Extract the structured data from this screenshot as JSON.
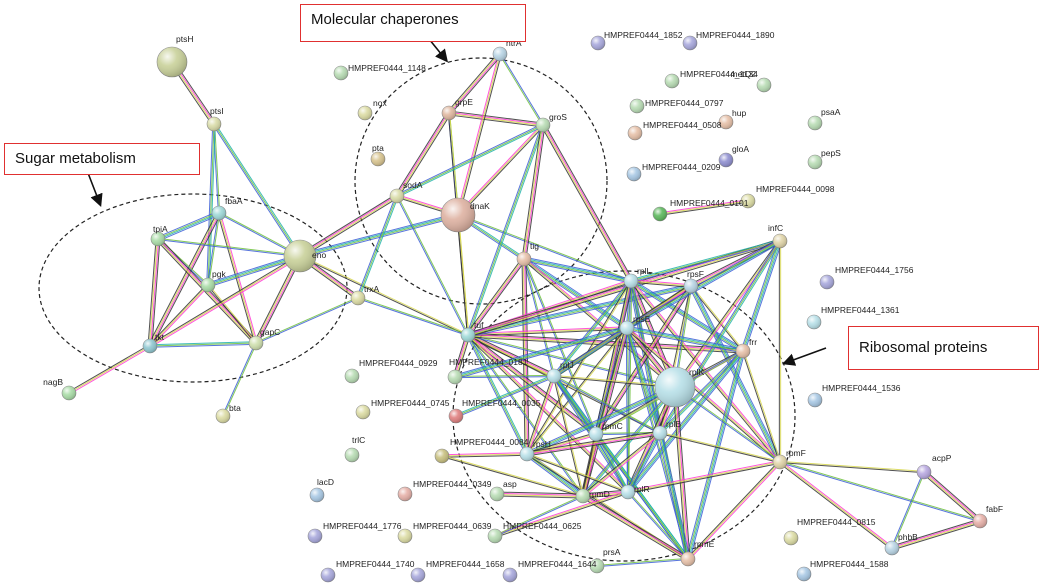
{
  "callouts": {
    "chaperones": "Molecular chaperones",
    "sugar": "Sugar metabolism",
    "ribosomal": "Ribosomal proteins"
  },
  "nodes": [
    {
      "id": "ptsH",
      "label": "ptsH",
      "color": "#c9d19a",
      "big": true
    },
    {
      "id": "ptsI",
      "label": "ptsI",
      "color": "#d9dca8"
    },
    {
      "id": "fbaA",
      "label": "fbaA",
      "color": "#9fd9d8"
    },
    {
      "id": "tpiA",
      "label": "tpiA",
      "color": "#a9dca7"
    },
    {
      "id": "pgk",
      "label": "pgk",
      "color": "#a9dca7"
    },
    {
      "id": "eno",
      "label": "eno",
      "color": "#c9d19a",
      "big": true
    },
    {
      "id": "tkt",
      "label": "tkt",
      "color": "#8fc7d0"
    },
    {
      "id": "gapC",
      "label": "gapC",
      "color": "#cfe0ae"
    },
    {
      "id": "nagB",
      "label": "nagB",
      "color": "#a9dca7"
    },
    {
      "id": "bta",
      "label": "bta",
      "color": "#dcdca4"
    },
    {
      "id": "trxA",
      "label": "trxA",
      "color": "#dcdca4"
    },
    {
      "id": "nox",
      "label": "nox",
      "color": "#dcdca4"
    },
    {
      "id": "pta",
      "label": "pta",
      "color": "#d8c48f"
    },
    {
      "id": "grpE",
      "label": "grpE",
      "color": "#e0b8a0"
    },
    {
      "id": "sodA",
      "label": "sodA",
      "color": "#d9dca8"
    },
    {
      "id": "dnaK",
      "label": "dnaK",
      "color": "#deb2a2",
      "big": true
    },
    {
      "id": "groS",
      "label": "groS",
      "color": "#b8dcb4"
    },
    {
      "id": "ntrA",
      "label": "ntrA",
      "color": "#b8d4e4"
    },
    {
      "id": "tig",
      "label": "tig",
      "color": "#e6c0a8"
    },
    {
      "id": "tuf",
      "label": "tuf",
      "color": "#9fd9d8"
    },
    {
      "id": "rplL",
      "label": "rplL",
      "color": "#b8e0e8"
    },
    {
      "id": "rpsF",
      "label": "rpsF",
      "color": "#b8d4e4"
    },
    {
      "id": "infC",
      "label": "infC",
      "color": "#e0d4a8"
    },
    {
      "id": "rpsE",
      "label": "rpsE",
      "color": "#b8e0e8"
    },
    {
      "id": "frr",
      "label": "frr",
      "color": "#e6c0a8"
    },
    {
      "id": "rplJ",
      "label": "rplJ",
      "color": "#b8e0e8"
    },
    {
      "id": "rplK",
      "label": "rplK",
      "color": "#b8e0e8",
      "big": true
    },
    {
      "id": "rpmC",
      "label": "rpmC",
      "color": "#b8e0e8"
    },
    {
      "id": "rplB",
      "label": "rplB",
      "color": "#b8e0e8"
    },
    {
      "id": "rpsH",
      "label": "rpsH",
      "color": "#b8e0e8"
    },
    {
      "id": "rpmD",
      "label": "rpmD",
      "color": "#b8dcb4"
    },
    {
      "id": "rplR",
      "label": "rplR",
      "color": "#b8e0e8"
    },
    {
      "id": "rpmF",
      "label": "rpmF",
      "color": "#e0d4a8"
    },
    {
      "id": "rpmE",
      "label": "rpmE",
      "color": "#e6c0a8"
    },
    {
      "id": "acpP",
      "label": "acpP",
      "color": "#b8a8e0"
    },
    {
      "id": "fabF",
      "label": "fabF",
      "color": "#e6b0a8"
    },
    {
      "id": "phbB",
      "label": "phbB",
      "color": "#b8d4e4"
    },
    {
      "id": "n1148",
      "label": "HMPREF0444_1148",
      "color": "#b8dcb4"
    },
    {
      "id": "n1852",
      "label": "HMPREF0444_1852",
      "color": "#a8a8dc"
    },
    {
      "id": "n1890",
      "label": "HMPREF0444_1890",
      "color": "#a8a8dc"
    },
    {
      "id": "n1134",
      "label": "HMPREF0444_1134",
      "color": "#b8dcb4"
    },
    {
      "id": "metQ2",
      "label": "metQ2",
      "color": "#b8dcb4"
    },
    {
      "id": "n0797",
      "label": "HMPREF0444_0797",
      "color": "#b8dcb4"
    },
    {
      "id": "hup",
      "label": "hup",
      "color": "#e6c0a8"
    },
    {
      "id": "psaA",
      "label": "psaA",
      "color": "#b8dcb4"
    },
    {
      "id": "n0508",
      "label": "HMPREF0444_0508",
      "color": "#e6c0a8"
    },
    {
      "id": "gloA",
      "label": "gloA",
      "color": "#8f8fd0"
    },
    {
      "id": "pepS",
      "label": "pepS",
      "color": "#b8dcb4"
    },
    {
      "id": "n0209",
      "label": "HMPREF0444_0209",
      "color": "#a8c8e4"
    },
    {
      "id": "n0098",
      "label": "HMPREF0444_0098",
      "color": "#dcdca4"
    },
    {
      "id": "n0101",
      "label": "HMPREF0444_0101",
      "color": "#5cb85c"
    },
    {
      "id": "n1756",
      "label": "HMPREF0444_1756",
      "color": "#a8a8dc"
    },
    {
      "id": "n1361",
      "label": "HMPREF0444_1361",
      "color": "#b8e0e8"
    },
    {
      "id": "n1536",
      "label": "HMPREF0444_1536",
      "color": "#a8c8e4"
    },
    {
      "id": "n0929",
      "label": "HMPREF0444_0929",
      "color": "#b8dcb4"
    },
    {
      "id": "n0181",
      "label": "HMPREF0444_0181",
      "color": "#b8dcb4"
    },
    {
      "id": "n0745",
      "label": "HMPREF0444_0745",
      "color": "#dcdca4"
    },
    {
      "id": "n0035",
      "label": "HMPREF0444_0035",
      "color": "#e08080"
    },
    {
      "id": "trlC",
      "label": "trlC",
      "color": "#b8dcb4"
    },
    {
      "id": "n0084",
      "label": "HMPREF0444_0084",
      "color": "#c8c080"
    },
    {
      "id": "lacD",
      "label": "lacD",
      "color": "#a8c8e4"
    },
    {
      "id": "n0349",
      "label": "HMPREF0444_0349",
      "color": "#e6b0a8"
    },
    {
      "id": "asp",
      "label": "asp",
      "color": "#b8dcb4"
    },
    {
      "id": "n1776",
      "label": "HMPREF0444_1776",
      "color": "#a8a8dc"
    },
    {
      "id": "n0639",
      "label": "HMPREF0444_0639",
      "color": "#dcdca4"
    },
    {
      "id": "n0625",
      "label": "HMPREF0444_0625",
      "color": "#b8dcb4"
    },
    {
      "id": "n0815",
      "label": "HMPREF0444_0815",
      "color": "#dcdca4"
    },
    {
      "id": "prsA",
      "label": "prsA",
      "color": "#b8dcb4"
    },
    {
      "id": "n1740",
      "label": "HMPREF0444_1740",
      "color": "#a8a8dc"
    },
    {
      "id": "n1658",
      "label": "HMPREF0444_1658",
      "color": "#a8a8dc"
    },
    {
      "id": "n1644",
      "label": "HMPREF0444_1644",
      "color": "#a8a8dc"
    },
    {
      "id": "n1588",
      "label": "HMPREF0444_1588",
      "color": "#a8c8e4"
    }
  ],
  "edges": [
    [
      "ptsH",
      "ptsI"
    ],
    [
      "ptsI",
      "fbaA"
    ],
    [
      "ptsI",
      "eno"
    ],
    [
      "ptsI",
      "pgk"
    ],
    [
      "fbaA",
      "tpiA"
    ],
    [
      "fbaA",
      "pgk"
    ],
    [
      "fbaA",
      "eno"
    ],
    [
      "fbaA",
      "tkt"
    ],
    [
      "fbaA",
      "gapC"
    ],
    [
      "tpiA",
      "pgk"
    ],
    [
      "tpiA",
      "tkt"
    ],
    [
      "tpiA",
      "gapC"
    ],
    [
      "tpiA",
      "eno"
    ],
    [
      "pgk",
      "eno"
    ],
    [
      "pgk",
      "tkt"
    ],
    [
      "pgk",
      "gapC"
    ],
    [
      "eno",
      "tkt"
    ],
    [
      "eno",
      "gapC"
    ],
    [
      "eno",
      "sodA"
    ],
    [
      "eno",
      "dnaK"
    ],
    [
      "eno",
      "trxA"
    ],
    [
      "eno",
      "tuf"
    ],
    [
      "tkt",
      "gapC"
    ],
    [
      "tkt",
      "nagB"
    ],
    [
      "gapC",
      "bta"
    ],
    [
      "gapC",
      "trxA"
    ],
    [
      "sodA",
      "dnaK"
    ],
    [
      "sodA",
      "grpE"
    ],
    [
      "sodA",
      "tuf"
    ],
    [
      "sodA",
      "trxA"
    ],
    [
      "grpE",
      "dnaK"
    ],
    [
      "grpE",
      "groS"
    ],
    [
      "grpE",
      "tuf"
    ],
    [
      "dnaK",
      "groS"
    ],
    [
      "dnaK",
      "ntrA"
    ],
    [
      "dnaK",
      "tig"
    ],
    [
      "dnaK",
      "tuf"
    ],
    [
      "dnaK",
      "rplL"
    ],
    [
      "groS",
      "ntrA"
    ],
    [
      "groS",
      "tuf"
    ],
    [
      "groS",
      "tig"
    ],
    [
      "groS",
      "rplL"
    ],
    [
      "groS",
      "sodA"
    ],
    [
      "ntrA",
      "grpE"
    ],
    [
      "trxA",
      "tuf"
    ],
    [
      "tig",
      "tuf"
    ],
    [
      "tig",
      "rplL"
    ],
    [
      "tig",
      "rpsE"
    ],
    [
      "tig",
      "rplK"
    ],
    [
      "tig",
      "rplJ"
    ],
    [
      "tig",
      "rpmC"
    ],
    [
      "tig",
      "rpsH"
    ],
    [
      "tuf",
      "rplL"
    ],
    [
      "tuf",
      "rpsE"
    ],
    [
      "tuf",
      "rplJ"
    ],
    [
      "tuf",
      "rplK"
    ],
    [
      "tuf",
      "rpmC"
    ],
    [
      "tuf",
      "rplB"
    ],
    [
      "tuf",
      "rpsH"
    ],
    [
      "tuf",
      "rpmD"
    ],
    [
      "tuf",
      "rplR"
    ],
    [
      "tuf",
      "frr"
    ],
    [
      "tuf",
      "rpsF"
    ],
    [
      "tuf",
      "infC"
    ],
    [
      "rplL",
      "rpsF"
    ],
    [
      "rplL",
      "infC"
    ],
    [
      "rplL",
      "rpsE"
    ],
    [
      "rplL",
      "frr"
    ],
    [
      "rplL",
      "rplJ"
    ],
    [
      "rplL",
      "rplK"
    ],
    [
      "rplL",
      "rpmC"
    ],
    [
      "rplL",
      "rplB"
    ],
    [
      "rplL",
      "rpsH"
    ],
    [
      "rplL",
      "rpmD"
    ],
    [
      "rplL",
      "rplR"
    ],
    [
      "rplL",
      "rpmF"
    ],
    [
      "rplL",
      "rpmE"
    ],
    [
      "rpsF",
      "infC"
    ],
    [
      "rpsF",
      "rpsE"
    ],
    [
      "rpsF",
      "frr"
    ],
    [
      "rpsF",
      "rplK"
    ],
    [
      "rpsF",
      "rplJ"
    ],
    [
      "rpsF",
      "rpmC"
    ],
    [
      "rpsF",
      "rplB"
    ],
    [
      "rpsF",
      "rpmF"
    ],
    [
      "infC",
      "frr"
    ],
    [
      "infC",
      "rplK"
    ],
    [
      "infC",
      "rpsE"
    ],
    [
      "infC",
      "rpmF"
    ],
    [
      "infC",
      "rplB"
    ],
    [
      "rpsE",
      "frr"
    ],
    [
      "rpsE",
      "rplJ"
    ],
    [
      "rpsE",
      "rplK"
    ],
    [
      "rpsE",
      "rpmC"
    ],
    [
      "rpsE",
      "rplB"
    ],
    [
      "rpsE",
      "rpsH"
    ],
    [
      "rpsE",
      "rpmD"
    ],
    [
      "rpsE",
      "rplR"
    ],
    [
      "rpsE",
      "rpmF"
    ],
    [
      "rpsE",
      "rpmE"
    ],
    [
      "frr",
      "rplK"
    ],
    [
      "frr",
      "rplB"
    ],
    [
      "frr",
      "rpmF"
    ],
    [
      "frr",
      "rpmC"
    ],
    [
      "frr",
      "rplR"
    ],
    [
      "frr",
      "rpmE"
    ],
    [
      "rplJ",
      "rplK"
    ],
    [
      "rplJ",
      "rpmC"
    ],
    [
      "rplJ",
      "rplB"
    ],
    [
      "rplJ",
      "rpsH"
    ],
    [
      "rplJ",
      "rpmD"
    ],
    [
      "rplJ",
      "rplR"
    ],
    [
      "rplJ",
      "rpmE"
    ],
    [
      "rplK",
      "rpmC"
    ],
    [
      "rplK",
      "rplB"
    ],
    [
      "rplK",
      "rpsH"
    ],
    [
      "rplK",
      "rpmD"
    ],
    [
      "rplK",
      "rplR"
    ],
    [
      "rplK",
      "rpmF"
    ],
    [
      "rplK",
      "rpmE"
    ],
    [
      "rpmC",
      "rplB"
    ],
    [
      "rpmC",
      "rpsH"
    ],
    [
      "rpmC",
      "rpmD"
    ],
    [
      "rpmC",
      "rplR"
    ],
    [
      "rpmC",
      "rpmE"
    ],
    [
      "rplB",
      "rpsH"
    ],
    [
      "rplB",
      "rplR"
    ],
    [
      "rplB",
      "rpmD"
    ],
    [
      "rplB",
      "rpmF"
    ],
    [
      "rplB",
      "rpmE"
    ],
    [
      "rpsH",
      "rpmD"
    ],
    [
      "rpsH",
      "rplR"
    ],
    [
      "rpsH",
      "rpmE"
    ],
    [
      "rpmD",
      "rplR"
    ],
    [
      "rpmD",
      "rpmE"
    ],
    [
      "rplR",
      "rpmE"
    ],
    [
      "rplR",
      "rpmF"
    ],
    [
      "rpmF",
      "rpmE"
    ],
    [
      "rpmF",
      "acpP"
    ],
    [
      "rpmF",
      "phbB"
    ],
    [
      "rpmF",
      "fabF"
    ],
    [
      "acpP",
      "fabF"
    ],
    [
      "acpP",
      "phbB"
    ],
    [
      "phbB",
      "fabF"
    ],
    [
      "n0181",
      "rplJ"
    ],
    [
      "n0181",
      "rpsE"
    ],
    [
      "n0181",
      "tuf"
    ],
    [
      "n0035",
      "rplJ"
    ],
    [
      "n0084",
      "rpsH"
    ],
    [
      "n0084",
      "rpmD"
    ],
    [
      "asp",
      "rpmD"
    ],
    [
      "n0625",
      "rplR"
    ],
    [
      "n0625",
      "rpmD"
    ],
    [
      "prsA",
      "rpmE"
    ],
    [
      "n0101",
      "n0098"
    ]
  ]
}
